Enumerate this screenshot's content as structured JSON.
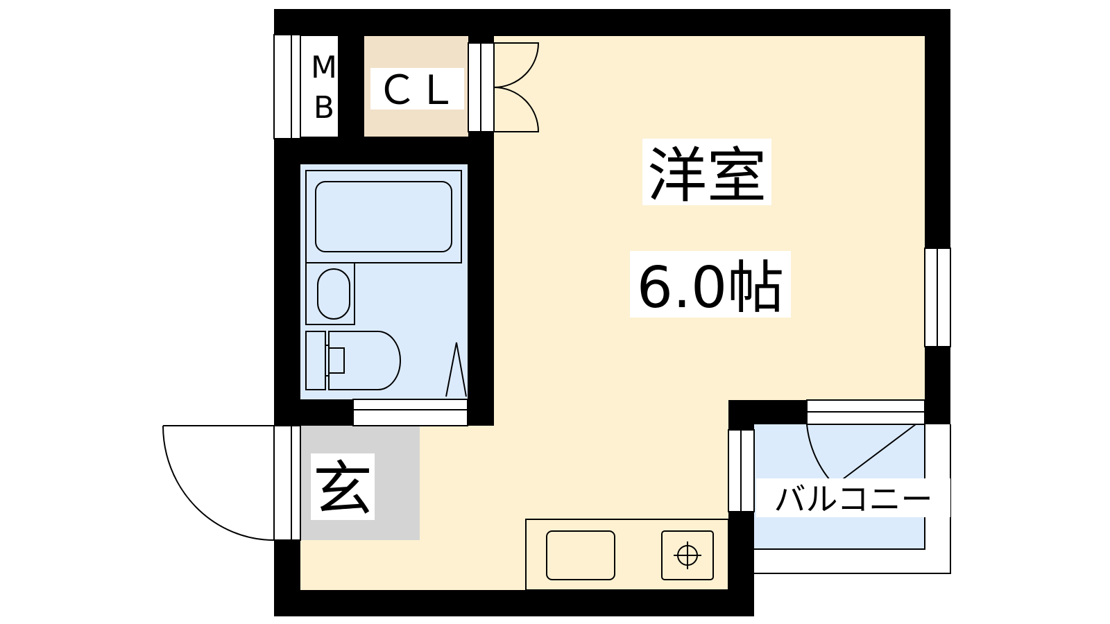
{
  "floor_plan": {
    "rooms": {
      "western_room": {
        "name": "洋室",
        "size": "6.0帖"
      },
      "closet": {
        "label": "ＣＬ"
      },
      "meter_box": {
        "label_top": "M",
        "label_bottom": "B"
      },
      "entrance": {
        "label": "玄"
      },
      "balcony": {
        "label": "バルコニー"
      }
    },
    "colors": {
      "wall": "#000000",
      "floor_western": "#fdf1d2",
      "floor_closet": "#f1e1c8",
      "floor_bath": "#dcebfc",
      "floor_entrance": "#d4d4d4",
      "floor_balcony": "#dcebfc",
      "fixture_line": "#000000"
    }
  }
}
